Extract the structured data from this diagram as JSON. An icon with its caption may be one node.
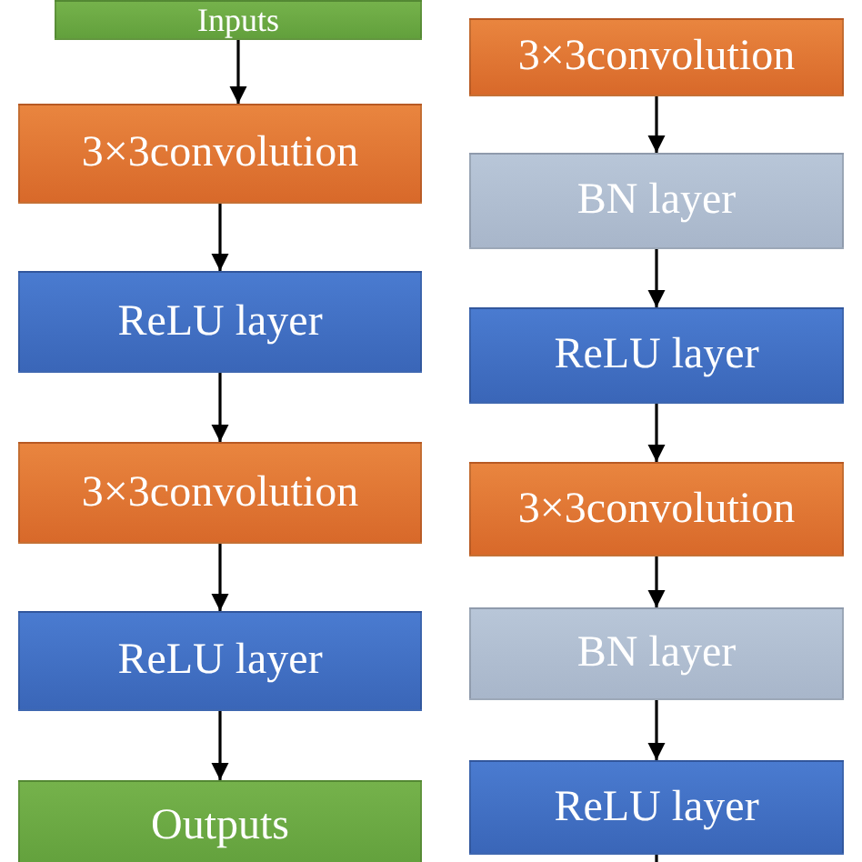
{
  "diagram": {
    "nodes": [
      {
        "text": [
          "Inputs"
        ]
      },
      {
        "text": [
          "3×3convolution"
        ]
      },
      {
        "text": [
          "ReLU layer"
        ]
      },
      {
        "text": [
          "3×3convolution"
        ]
      },
      {
        "text": [
          "ReLU layer"
        ]
      },
      {
        "text": [
          "Outputs"
        ]
      },
      {
        "text": [
          "3×3convolution"
        ]
      },
      {
        "text": [
          "BN layer"
        ]
      },
      {
        "text": [
          "ReLU layer"
        ]
      },
      {
        "text": [
          "3×3convolution"
        ]
      },
      {
        "text": [
          "BN layer"
        ]
      },
      {
        "text": [
          "ReLU layer"
        ]
      }
    ],
    "edges": [
      {
        "from": 0,
        "to": 1,
        "arrow": "to"
      },
      {
        "from": 1,
        "to": 2,
        "arrow": "to"
      },
      {
        "from": 2,
        "to": 3,
        "arrow": "to"
      },
      {
        "from": 3,
        "to": 4,
        "arrow": "to"
      },
      {
        "from": 4,
        "to": 5,
        "arrow": "to"
      },
      {
        "from": 6,
        "to": 7,
        "arrow": "to"
      },
      {
        "from": 7,
        "to": 8,
        "arrow": "to"
      },
      {
        "from": 8,
        "to": 9,
        "arrow": "to"
      },
      {
        "from": 9,
        "to": 10,
        "arrow": "to"
      },
      {
        "from": 10,
        "to": 11,
        "arrow": "to"
      },
      {
        "from": 11,
        "to": null,
        "arrow": "none"
      }
    ]
  }
}
